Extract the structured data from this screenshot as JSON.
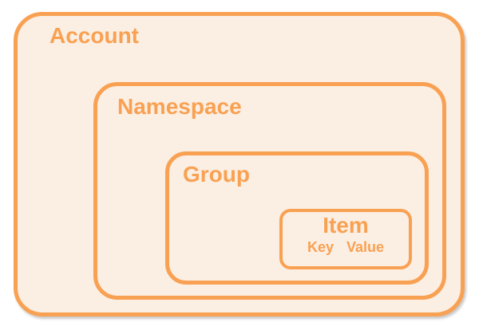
{
  "boxes": {
    "account": {
      "label": "Account"
    },
    "namespace": {
      "label": "Namespace"
    },
    "group": {
      "label": "Group"
    },
    "item": {
      "label": "Item",
      "key_label": "Key",
      "value_label": "Value"
    }
  },
  "colors": {
    "stroke": "#F9A152",
    "fill": "#FBEEE3",
    "label": "#F9A152",
    "page_background": "#FFFFFF"
  }
}
